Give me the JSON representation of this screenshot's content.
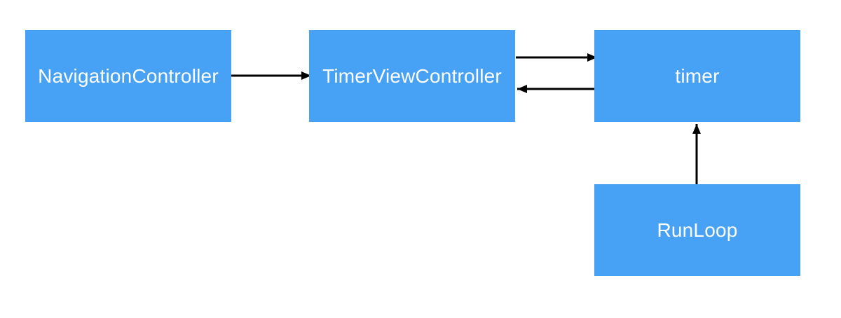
{
  "diagram": {
    "title": "",
    "nodes": [
      {
        "id": "navigation-controller",
        "label": "NavigationController"
      },
      {
        "id": "timer-view-controller",
        "label": "TimerViewController"
      },
      {
        "id": "timer",
        "label": "timer"
      },
      {
        "id": "runloop",
        "label": "RunLoop"
      }
    ],
    "edges": [
      {
        "from": "navigation-controller",
        "to": "timer-view-controller",
        "direction": "right"
      },
      {
        "from": "timer-view-controller",
        "to": "timer",
        "direction": "right"
      },
      {
        "from": "timer",
        "to": "timer-view-controller",
        "direction": "left"
      },
      {
        "from": "runloop",
        "to": "timer",
        "direction": "up"
      }
    ],
    "colors": {
      "node_fill": "#47a1f5",
      "node_text": "#ffffff",
      "arrow": "#000000",
      "background": "#ffffff"
    }
  }
}
